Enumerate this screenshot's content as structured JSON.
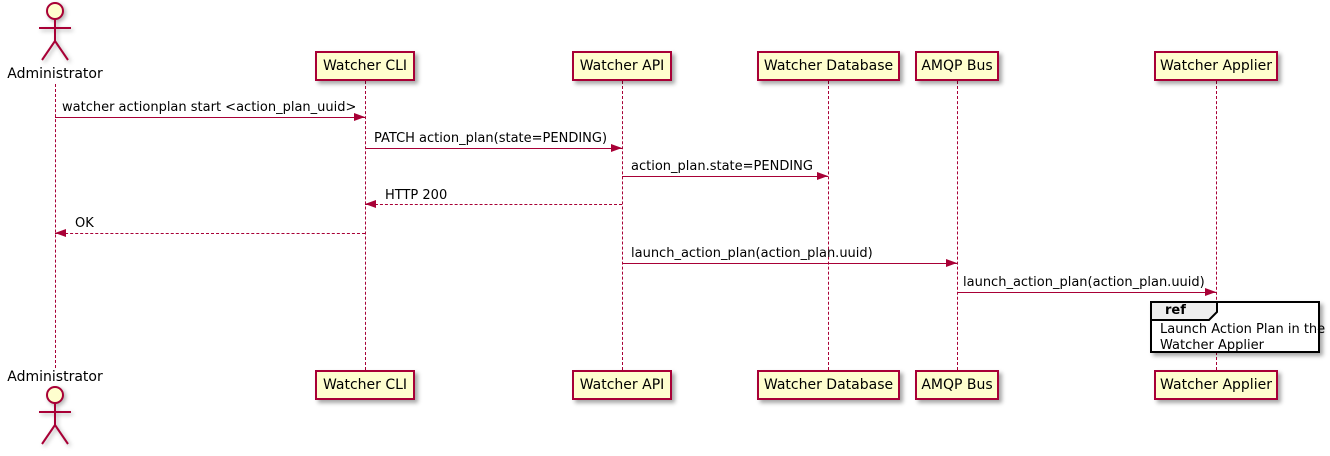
{
  "diagram": {
    "type": "uml-sequence",
    "colors": {
      "participant_fill": "#FEFECE",
      "border_and_arrows": "#A80036",
      "text": "#000000",
      "ref_border": "#000000",
      "ref_header_fill": "#EEEEEE",
      "background": "#FFFFFF"
    },
    "actor": {
      "name": "Administrator"
    },
    "participants": [
      {
        "label": "Watcher CLI"
      },
      {
        "label": "Watcher API"
      },
      {
        "label": "Watcher Database"
      },
      {
        "label": "AMQP Bus"
      },
      {
        "label": "Watcher Applier"
      }
    ],
    "messages": [
      {
        "text": "watcher actionplan start <action_plan_uuid>",
        "from": "Administrator",
        "to": "Watcher CLI",
        "kind": "call"
      },
      {
        "text": "PATCH action_plan(state=PENDING)",
        "from": "Watcher CLI",
        "to": "Watcher API",
        "kind": "call"
      },
      {
        "text": "action_plan.state=PENDING",
        "from": "Watcher API",
        "to": "Watcher Database",
        "kind": "call"
      },
      {
        "text": "HTTP 200",
        "from": "Watcher API",
        "to": "Watcher CLI",
        "kind": "return"
      },
      {
        "text": "OK",
        "from": "Watcher CLI",
        "to": "Administrator",
        "kind": "return"
      },
      {
        "text": "launch_action_plan(action_plan.uuid)",
        "from": "Watcher API",
        "to": "AMQP Bus",
        "kind": "call"
      },
      {
        "text": "launch_action_plan(action_plan.uuid)",
        "from": "AMQP Bus",
        "to": "Watcher Applier",
        "kind": "call"
      }
    ],
    "ref": {
      "keyword": "ref",
      "line1": "Launch Action Plan in the",
      "line2": "Watcher Applier",
      "over": "Watcher Applier"
    }
  }
}
